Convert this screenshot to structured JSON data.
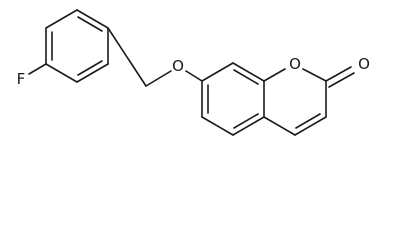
{
  "molecule": {
    "atoms": {
      "fluorine": "F",
      "ether_oxygen": "O",
      "ring_oxygen": "O",
      "carbonyl_oxygen": "O"
    }
  }
}
